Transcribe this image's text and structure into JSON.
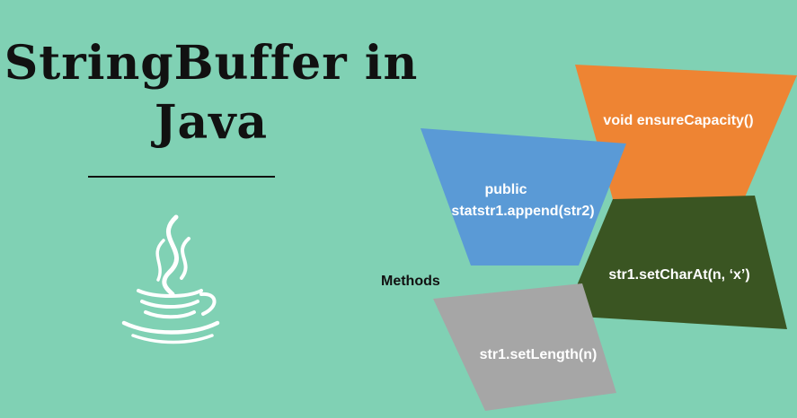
{
  "title": {
    "line1": "StringBuffer in",
    "line2": "Java"
  },
  "logo": {
    "icon": "java-coffee-cup-icon",
    "color": "#ffffff"
  },
  "methods_label": "Methods",
  "methods": [
    {
      "id": "ensure-capacity",
      "label": "void ensureCapacity()",
      "color": "#ee8433"
    },
    {
      "id": "append",
      "line1": "public",
      "line2": "statstr1.append(str2)",
      "color": "#5a9ad6"
    },
    {
      "id": "set-char-at",
      "label": "str1.setCharAt(n, ‘x’)",
      "color": "#3a5522"
    },
    {
      "id": "set-length",
      "label": "str1.setLength(n)",
      "color": "#a6a6a6"
    }
  ],
  "colors": {
    "background": "#80d1b4",
    "text": "#111111"
  }
}
